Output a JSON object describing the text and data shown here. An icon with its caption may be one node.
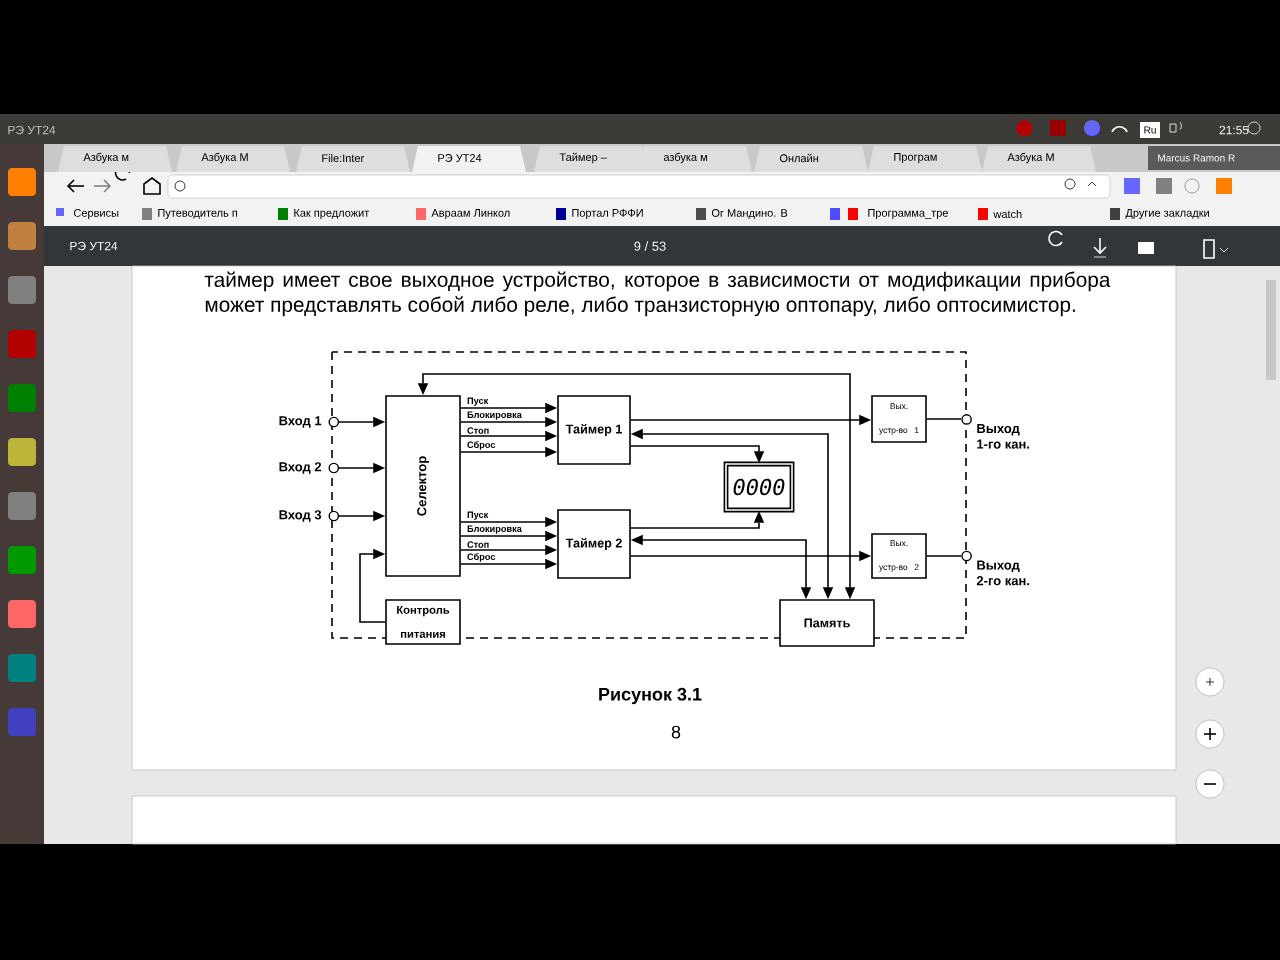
{
  "diagram": {
    "caption": "Рисунок 3.1",
    "nodes": [
      {
        "text": [
          "Вход 1"
        ]
      },
      {
        "text": [
          "Вход 2"
        ]
      },
      {
        "text": [
          "Вход 3"
        ]
      },
      {
        "text": [
          "Селектор"
        ]
      },
      {
        "text": [
          "Таймер 1"
        ]
      },
      {
        "text": [
          "Таймер 2"
        ]
      },
      {
        "text": [
          "0000"
        ]
      },
      {
        "text": [
          "Контроль питания"
        ]
      },
      {
        "text": [
          "Память"
        ]
      },
      {
        "text": [
          "Вых. устр-во 1"
        ]
      },
      {
        "text": [
          "Вых. устр-во 2"
        ]
      },
      {
        "text": [
          "Выход 1-го кан."
        ]
      },
      {
        "text": [
          "Выход 2-го кан."
        ]
      }
    ],
    "edges": [
      {
        "from": 0,
        "to": 3,
        "arrow": "to"
      },
      {
        "from": 1,
        "to": 3,
        "arrow": "to"
      },
      {
        "from": 2,
        "to": 3,
        "arrow": "to"
      },
      {
        "from": 3,
        "to": 4,
        "arrow": "to",
        "label": "Пуск"
      },
      {
        "from": 3,
        "to": 4,
        "arrow": "to",
        "label": "Блокировка"
      },
      {
        "from": 3,
        "to": 4,
        "arrow": "to",
        "label": "Стоп"
      },
      {
        "from": 3,
        "to": 4,
        "arrow": "to",
        "label": "Сброс"
      },
      {
        "from": 3,
        "to": 5,
        "arrow": "to",
        "label": "Пуск"
      },
      {
        "from": 3,
        "to": 5,
        "arrow": "to",
        "label": "Блокировка"
      },
      {
        "from": 3,
        "to": 5,
        "arrow": "to",
        "label": "Стоп"
      },
      {
        "from": 3,
        "to": 5,
        "arrow": "to",
        "label": "Сброс"
      },
      {
        "from": 4,
        "to": 9,
        "arrow": "to"
      },
      {
        "from": 5,
        "to": 10,
        "arrow": "to"
      },
      {
        "from": 9,
        "to": 11,
        "arrow": "none"
      },
      {
        "from": 10,
        "to": 12,
        "arrow": "none"
      },
      {
        "from": 4,
        "to": 8,
        "arrow": "both"
      },
      {
        "from": 4,
        "to": 6,
        "arrow": "to"
      },
      {
        "from": 5,
        "to": 6,
        "arrow": "to"
      },
      {
        "from": 5,
        "to": 8,
        "arrow": "both"
      },
      {
        "from": 3,
        "to": 8,
        "arrow": "both"
      },
      {
        "from": 7,
        "to": 3,
        "arrow": "to"
      }
    ],
    "labels": [
      "РЭ УТ24",
      "Ru",
      "21:55",
      "Азбука м",
      "Азбука М",
      "File:Inter",
      "РЭ УТ24",
      "Таймер –",
      "азбука м",
      "Онлайн",
      "Програм",
      "Азбука М",
      "Marcus Ramon R",
      "Сервисы",
      "Путеводитель п",
      "Как предложит",
      "Авраам Линкол",
      "Портал РФФИ",
      "Ог Мандино. В",
      "Программа_тре",
      "watch",
      "Другие закладки",
      "РЭ УТ24",
      "9 / 53",
      "таймер имеет свое выходное устройство, которое в зависимости от модификации прибора может представлять собой либо реле, либо транзисторную оптопару, либо оптосимистор.",
      "8"
    ]
  }
}
